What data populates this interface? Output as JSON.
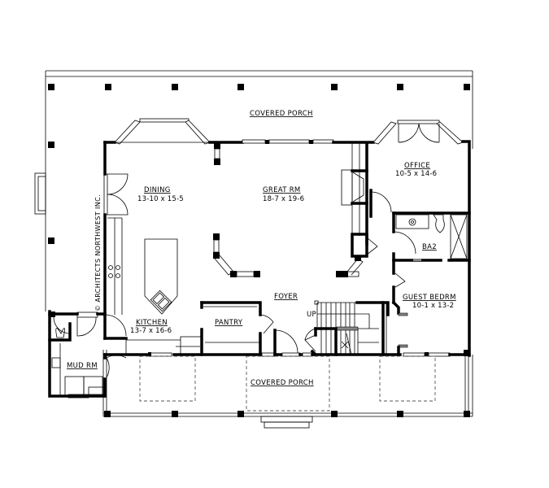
{
  "plan": {
    "rooms": {
      "covered_porch_top": {
        "name": "COVERED PORCH"
      },
      "covered_porch_front": {
        "name": "COVERED PORCH"
      },
      "dining": {
        "name": "DINING",
        "size": "13-10 x 15-5"
      },
      "great_rm": {
        "name": "GREAT RM",
        "size": "18-7 x 19-6"
      },
      "office": {
        "name": "OFFICE",
        "size": "10-5 x 14-6"
      },
      "ba2": {
        "name": "BA2"
      },
      "guest_bedrm": {
        "name": "GUEST BEDRM",
        "size": "10-1 x 13-2"
      },
      "foyer": {
        "name": "FOYER"
      },
      "kitchen": {
        "name": "KITCHEN",
        "size": "13-7 x 16-6"
      },
      "pantry": {
        "name": "PANTRY"
      },
      "mud_rm": {
        "name": "MUD RM"
      }
    },
    "stair_label": "UP",
    "watermark": "© ARCHITECTS NORTHWEST INC.",
    "colors": {
      "line": "#000000",
      "background": "#ffffff",
      "dashed": "#555555"
    }
  }
}
